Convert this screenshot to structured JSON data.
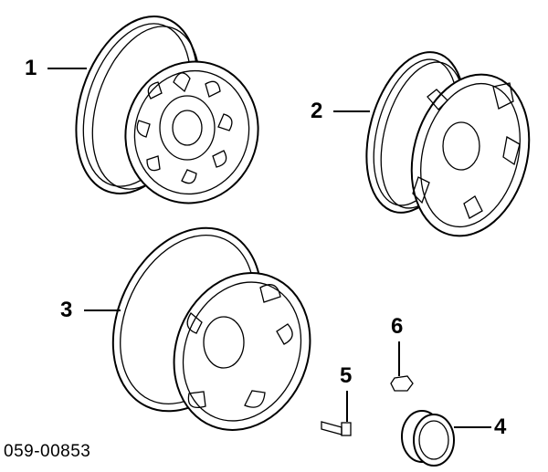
{
  "diagram_code": "059-00853",
  "callouts": [
    {
      "number": "1",
      "part": "wheel-spoked-slots"
    },
    {
      "number": "2",
      "part": "wheel-alloy-five-spoke"
    },
    {
      "number": "3",
      "part": "wheel-steel"
    },
    {
      "number": "4",
      "part": "center-cap"
    },
    {
      "number": "5",
      "part": "valve-stem"
    },
    {
      "number": "6",
      "part": "lug-nut"
    }
  ]
}
